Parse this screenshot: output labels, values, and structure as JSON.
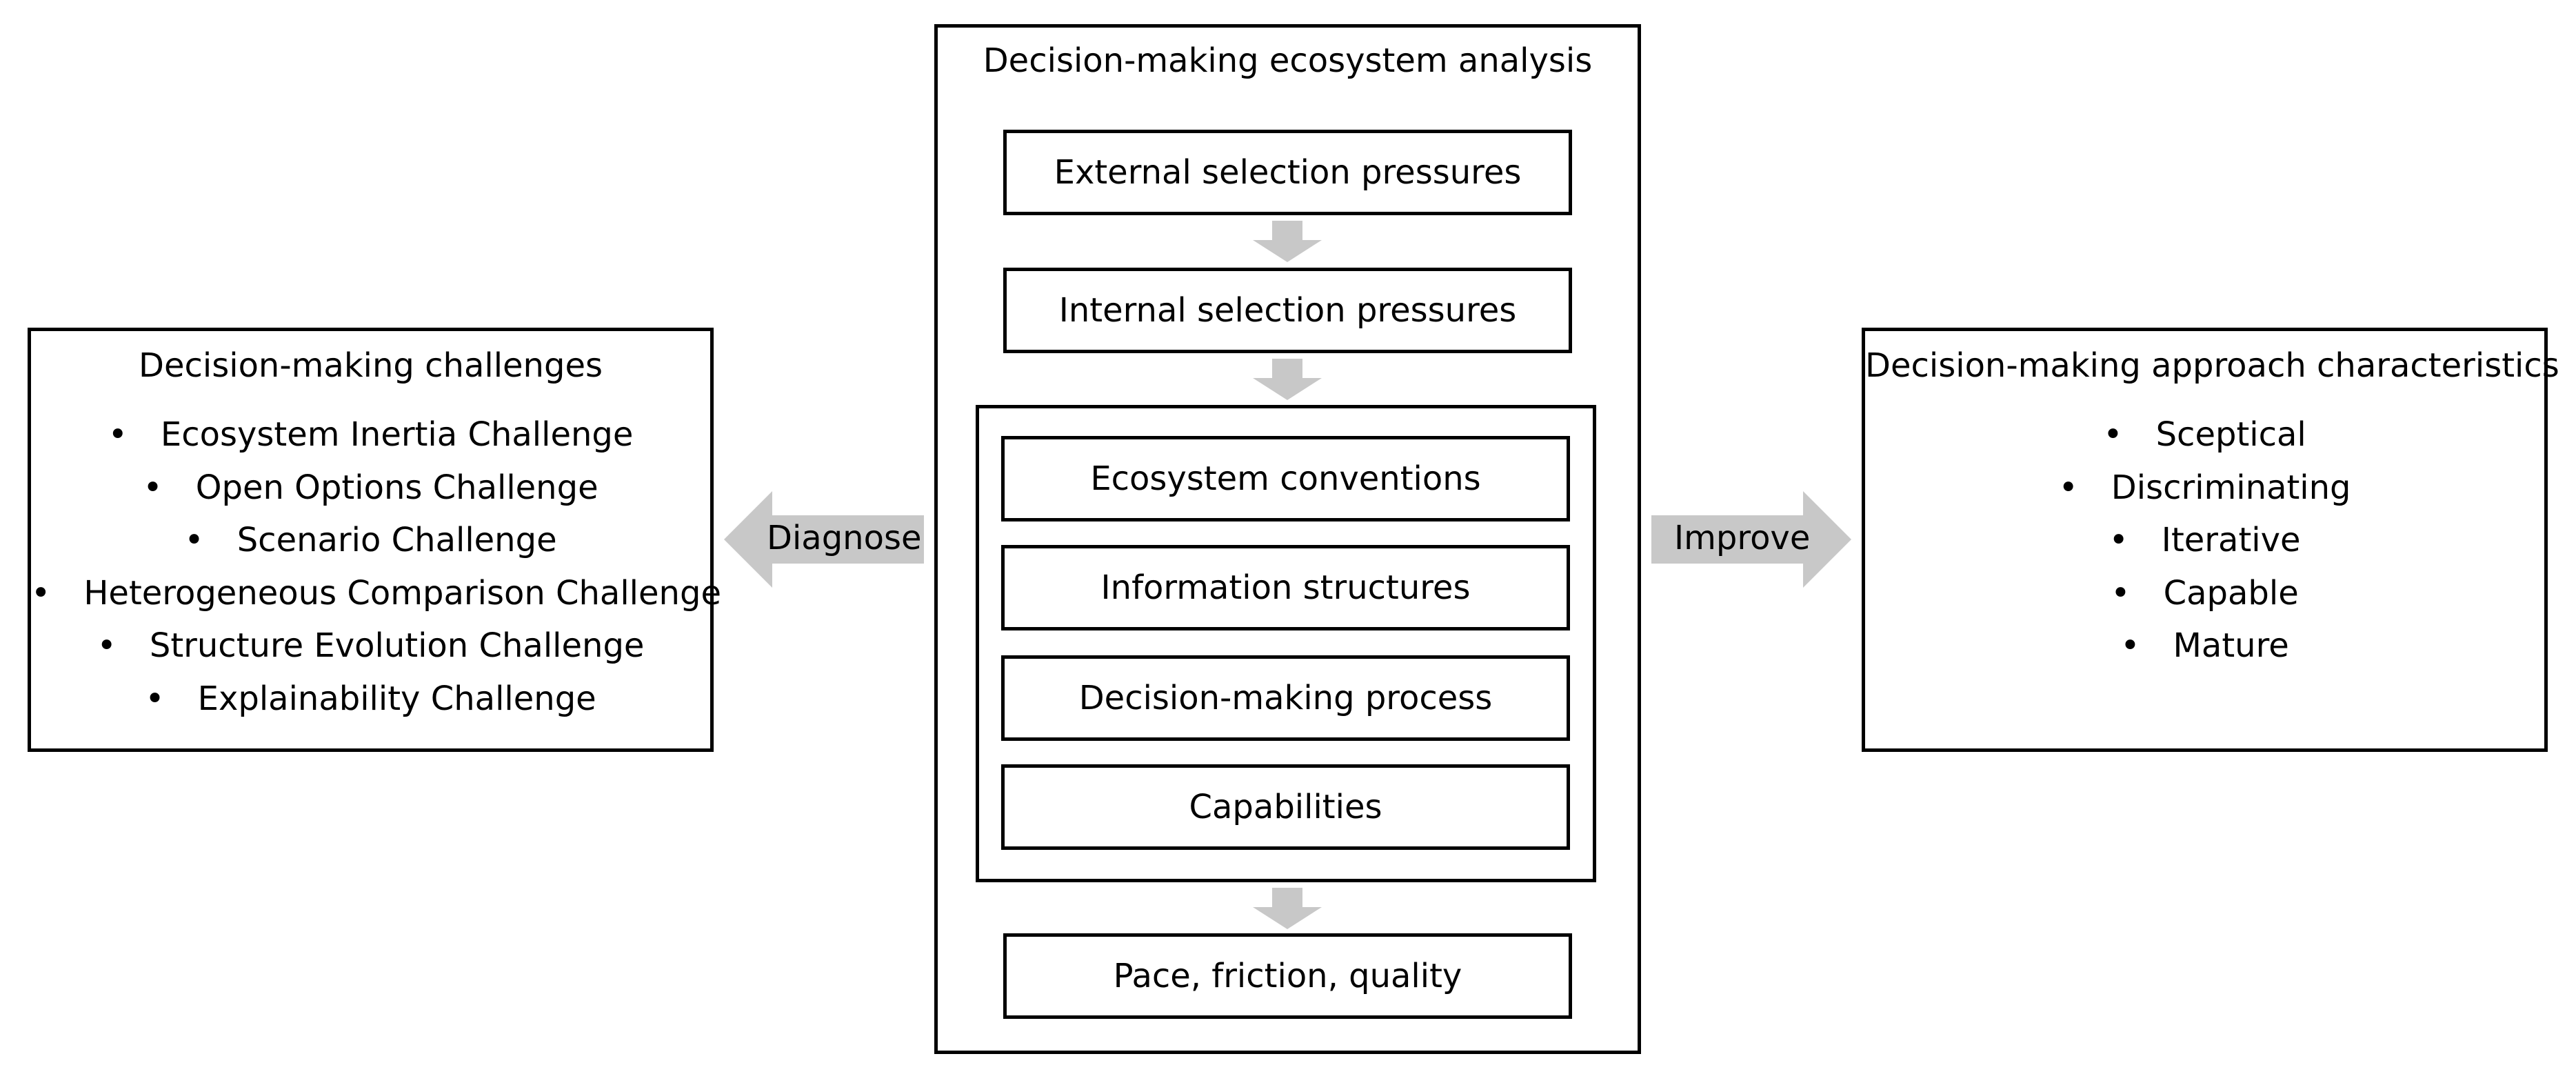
{
  "center": {
    "title": "Decision-making ecosystem analysis",
    "external_pressures": "External selection pressures",
    "internal_pressures": "Internal selection pressures",
    "inner": {
      "conventions": "Ecosystem conventions",
      "information": "Information structures",
      "process": "Decision-making process",
      "capabilities": "Capabilities"
    },
    "outcome": "Pace, friction, quality"
  },
  "left": {
    "title": "Decision-making challenges",
    "items": [
      "Ecosystem Inertia Challenge",
      "Open Options Challenge",
      "Scenario Challenge",
      "Heterogeneous Comparison Challenge",
      "Structure Evolution Challenge",
      "Explainability Challenge"
    ]
  },
  "right": {
    "title": "Decision-making approach characteristics",
    "items": [
      "Sceptical",
      "Discriminating",
      "Iterative",
      "Capable",
      "Mature"
    ]
  },
  "arrows": {
    "diagnose": "Diagnose",
    "improve": "Improve",
    "color": "#c8c8c8"
  },
  "bullet_glyph": "•"
}
